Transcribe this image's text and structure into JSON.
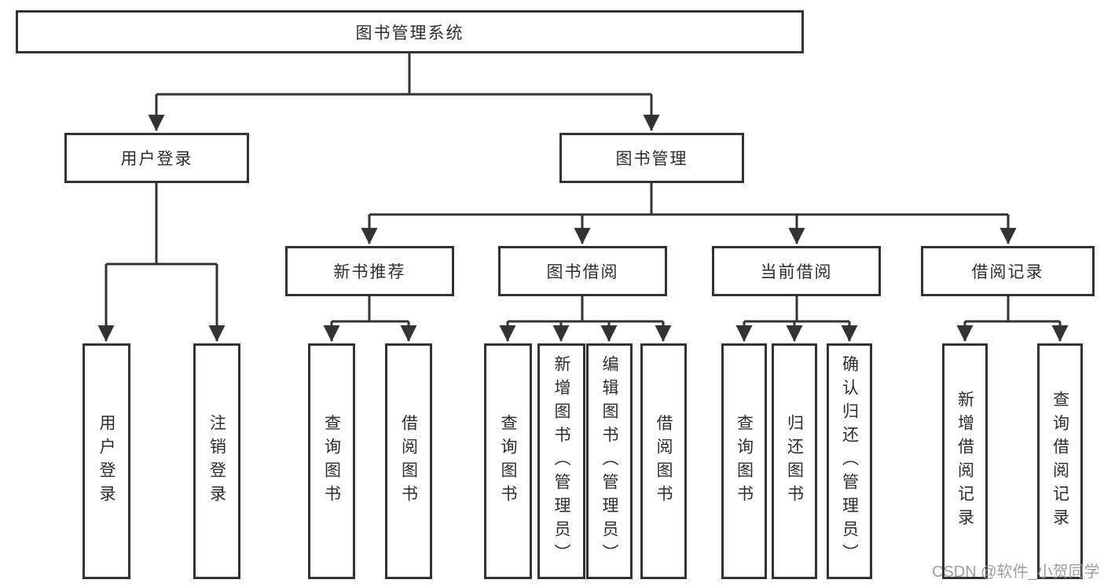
{
  "diagram_title": "图书管理系统",
  "watermark": "CSDN @软件_小贺同学",
  "colors": {
    "line": "#333333",
    "box_border": "#333333",
    "text": "#2d2d2d",
    "watermark": "#949494",
    "background": "#ffffff"
  },
  "tree": {
    "root": {
      "label": "图书管理系统"
    },
    "level2": [
      {
        "label": "用户登录",
        "parent": "图书管理系统"
      },
      {
        "label": "图书管理",
        "parent": "图书管理系统"
      }
    ],
    "level3": [
      {
        "label": "新书推荐",
        "parent": "图书管理"
      },
      {
        "label": "图书借阅",
        "parent": "图书管理"
      },
      {
        "label": "当前借阅",
        "parent": "图书管理"
      },
      {
        "label": "借阅记录",
        "parent": "图书管理"
      }
    ],
    "leaves": [
      {
        "label": "用户登录",
        "parent": "用户登录"
      },
      {
        "label": "注销登录",
        "parent": "用户登录"
      },
      {
        "label": "查询图书",
        "parent": "新书推荐"
      },
      {
        "label": "借阅图书",
        "parent": "新书推荐"
      },
      {
        "label": "查询图书",
        "parent": "图书借阅"
      },
      {
        "label": "新增图书（管理员）",
        "parent": "图书借阅"
      },
      {
        "label": "编辑图书（管理员）",
        "parent": "图书借阅"
      },
      {
        "label": "借阅图书",
        "parent": "图书借阅"
      },
      {
        "label": "查询图书",
        "parent": "当前借阅"
      },
      {
        "label": "归还图书",
        "parent": "当前借阅"
      },
      {
        "label": "确认归还（管理员）",
        "parent": "当前借阅"
      },
      {
        "label": "新增借阅记录",
        "parent": "借阅记录"
      },
      {
        "label": "查询借阅记录",
        "parent": "借阅记录"
      }
    ]
  }
}
